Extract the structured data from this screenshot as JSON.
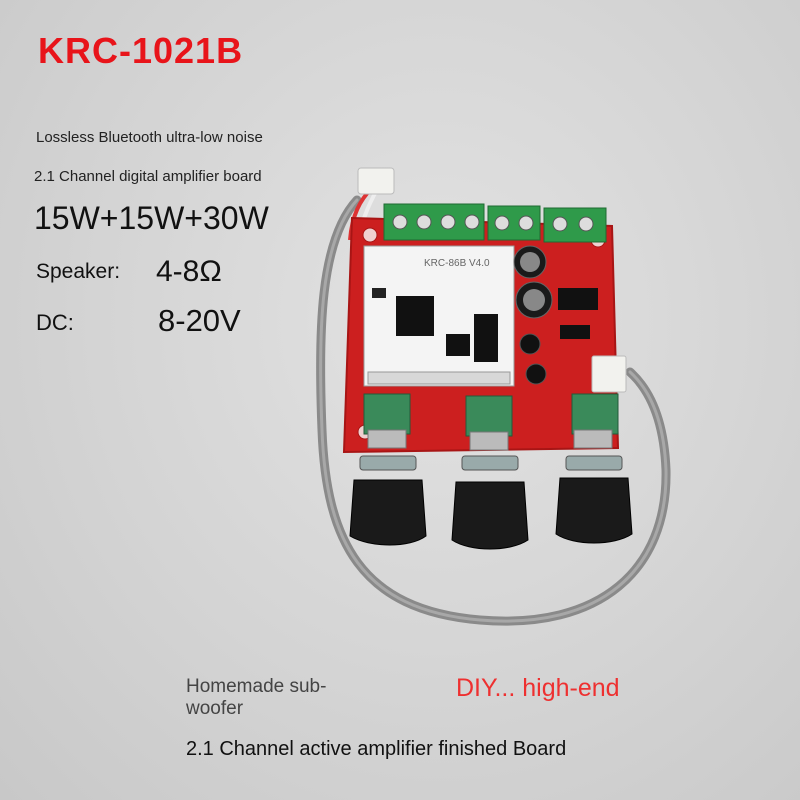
{
  "product": {
    "model": "KRC-1021B",
    "description_line1": "Lossless Bluetooth ultra-low noise",
    "description_line2": "2.1 Channel digital amplifier board",
    "power": "15W+15W+30W",
    "speaker_label": "Speaker:",
    "speaker_value": "4-8Ω",
    "dc_label": "DC:",
    "dc_value": "8-20V"
  },
  "board": {
    "module_label": "KRC-86B V4.0"
  },
  "notes": {
    "left": "Homemade sub-woofer",
    "right": "DIY... high-end",
    "footer": "2.1 Channel active amplifier finished Board"
  },
  "colors": {
    "title_red": "#e8141a",
    "pcb_red": "#cc1f1f",
    "terminal_green": "#2f9a4a"
  }
}
